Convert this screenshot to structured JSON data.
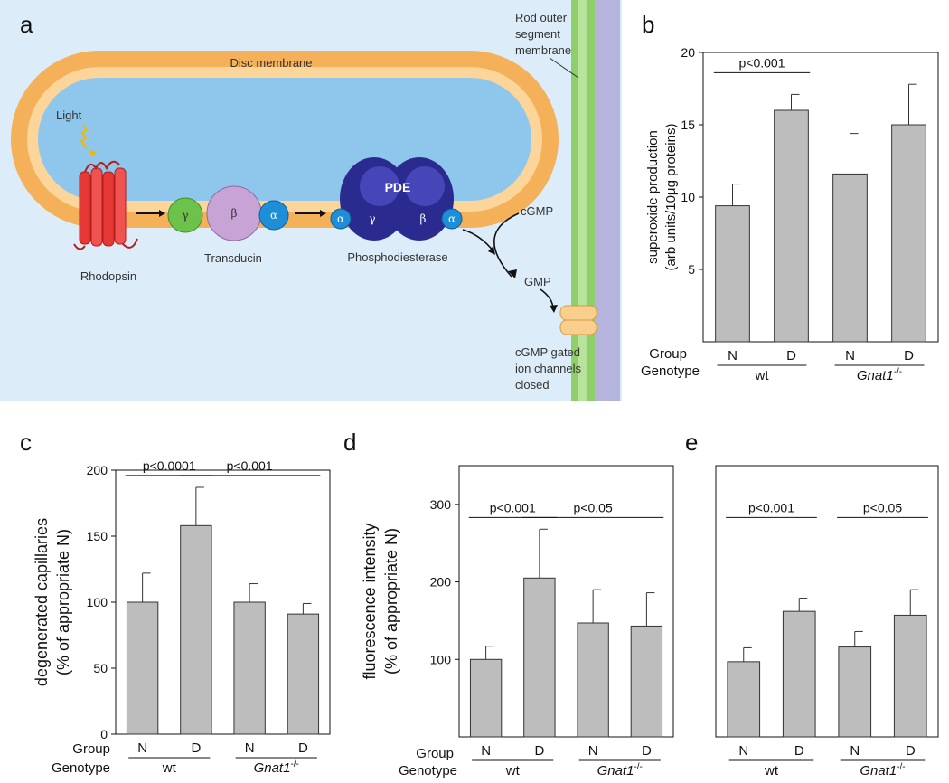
{
  "panel_letters": {
    "a": "a",
    "b": "b",
    "c": "c",
    "d": "d",
    "e": "e"
  },
  "diagram": {
    "disc_membrane": "Disc membrane",
    "rod_outer_segment_membrane": [
      "Rod outer",
      "segment",
      "membrane"
    ],
    "light": "Light",
    "rhodopsin": "Rhodopsin",
    "transducin": "Transducin",
    "phosphodiesterase": "Phosphodiesterase",
    "pde": "PDE",
    "cgmp": "cGMP",
    "gmp": "GMP",
    "channel_label": [
      "cGMP gated",
      "ion channels",
      "closed"
    ],
    "greek": {
      "gamma": "γ",
      "beta": "β",
      "alpha": "α"
    }
  },
  "axis_row_labels": {
    "group": "Group",
    "genotype": "Genotype"
  },
  "colors": {
    "bar_fill": "#bdbdbd",
    "cell_bg": "#dcedf9",
    "disc_orange": "#f5b15a",
    "disc_inner": "#8ec6ec",
    "rhodopsin": "#e53935",
    "gamma_green": "#6cc24a",
    "beta_purple": "#c7a3d6",
    "alpha_blue": "#1f8ed8",
    "pde_navy": "#2b2b8f",
    "membrane_green": "#8fcf6a",
    "membrane_lavender": "#b4b4dc"
  },
  "chart_data": [
    {
      "panel": "b",
      "type": "bar",
      "ylabel": [
        "superoxide production",
        "(arb units/10μg proteins)"
      ],
      "ylim": [
        0,
        20
      ],
      "yticks": [
        5,
        10,
        15,
        20
      ],
      "group_labels": [
        "N",
        "D",
        "N",
        "D"
      ],
      "genotype_labels": [
        "wt",
        "Gnat1"
      ],
      "genotype_superscript": "-/-",
      "values": [
        9.4,
        16.0,
        11.6,
        15.0
      ],
      "errors": [
        1.5,
        1.1,
        2.8,
        2.8
      ],
      "significance": [
        {
          "label": "p<0.001",
          "from": 0,
          "to": 1,
          "y": 18.6
        }
      ]
    },
    {
      "panel": "c",
      "type": "bar",
      "ylabel": [
        "degenerated capillaries",
        "(% of appropriate N)"
      ],
      "ylim": [
        0,
        200
      ],
      "yticks": [
        0,
        50,
        100,
        150,
        200
      ],
      "group_labels": [
        "N",
        "D",
        "N",
        "D"
      ],
      "genotype_labels": [
        "wt",
        "Gnat1"
      ],
      "genotype_superscript": "-/-",
      "values": [
        100,
        158,
        100,
        91
      ],
      "errors": [
        22,
        29,
        14,
        8
      ],
      "significance": [
        {
          "label": "p<0.0001",
          "from": 0,
          "to": 1,
          "y": 196
        },
        {
          "label": "p<0.001",
          "from": 1,
          "to": 3,
          "y": 196
        }
      ]
    },
    {
      "panel": "d",
      "type": "bar",
      "ylabel": [
        "fluorescence intensity",
        "(% of appropriate N)"
      ],
      "ylim": [
        0,
        350
      ],
      "yticks": [
        100,
        200,
        300
      ],
      "group_labels": [
        "N",
        "D",
        "N",
        "D"
      ],
      "genotype_labels": [
        "wt",
        "Gnat1"
      ],
      "genotype_superscript": "-/-",
      "values": [
        100,
        205,
        147,
        143
      ],
      "errors": [
        17,
        63,
        43,
        43
      ],
      "significance": [
        {
          "label": "p<0.001",
          "from": 0,
          "to": 1,
          "y": 283
        },
        {
          "label": "p<0.05",
          "from": 1,
          "to": 3,
          "y": 283
        }
      ]
    },
    {
      "panel": "e",
      "type": "bar",
      "ylabel": [],
      "ylim": [
        0,
        350
      ],
      "yticks": [],
      "group_labels": [
        "N",
        "D",
        "N",
        "D"
      ],
      "genotype_labels": [
        "wt",
        "Gnat1"
      ],
      "genotype_superscript": "-/-",
      "values": [
        97,
        162,
        116,
        157
      ],
      "errors": [
        18,
        17,
        20,
        33
      ],
      "significance": [
        {
          "label": "p<0.001",
          "from": 0,
          "to": 1,
          "y": 283
        },
        {
          "label": "p<0.05",
          "from": 2,
          "to": 3,
          "y": 283
        }
      ]
    }
  ]
}
